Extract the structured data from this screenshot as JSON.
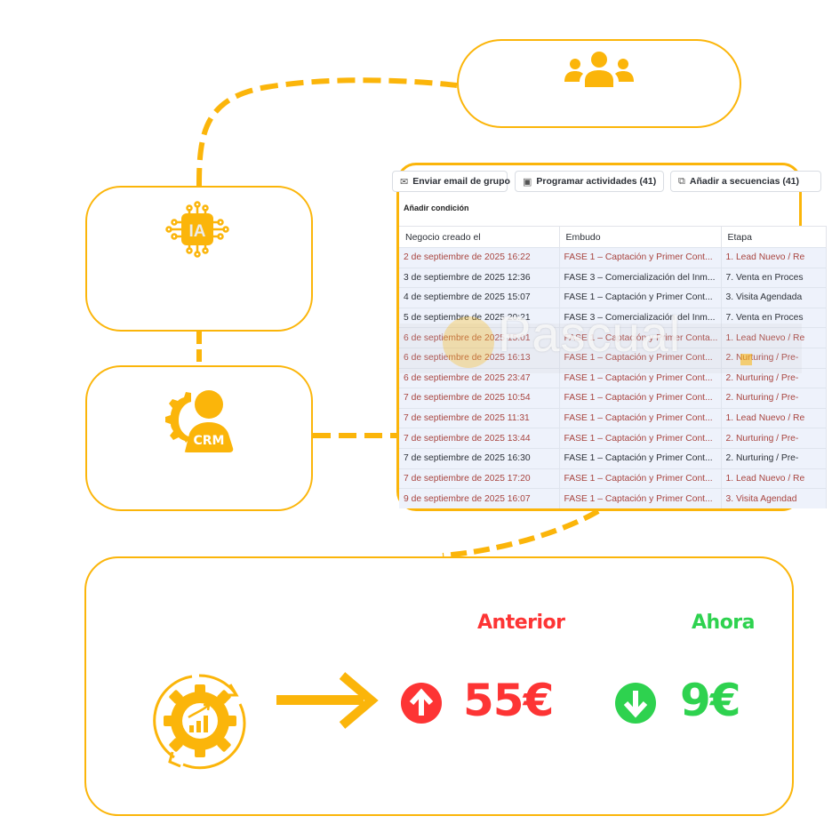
{
  "colors": {
    "accent": "#fbb50a",
    "negative": "#fd3434",
    "positive": "#2ed24f",
    "table_row_bg": "#eef2fb",
    "table_red_text": "#a8443f",
    "table_dark_text": "#2d3138"
  },
  "nodes": {
    "team": {
      "icon": "team-icon"
    },
    "ia": {
      "icon": "ai-chip-icon",
      "icon_label": "IA"
    },
    "crm": {
      "icon": "crm-user-gear-icon",
      "icon_label": "CRM"
    },
    "result": {
      "icon": "process-gear-chart-icon"
    }
  },
  "crm_panel": {
    "toolbar": {
      "email_label": "Enviar email de grupo",
      "program_label": "Programar actividades (41)",
      "sequence_label": "Añadir a secuencias (41)"
    },
    "add_condition_label": "Añadir condición",
    "columns": [
      "Negocio creado el",
      "Embudo",
      "Etapa"
    ],
    "rows": [
      {
        "style": "red",
        "created": "2 de septiembre de 2025 16:22",
        "funnel": "FASE 1 – Captación y Primer Cont...",
        "stage": "1. Lead Nuevo / Re"
      },
      {
        "style": "dark",
        "created": "3 de septiembre de 2025 12:36",
        "funnel": "FASE 3 – Comercialización del Inm...",
        "stage": "7. Venta en Proces"
      },
      {
        "style": "dark",
        "created": "4 de septiembre de 2025 15:07",
        "funnel": "FASE 1 – Captación y Primer Cont...",
        "stage": "3. Visita Agendada"
      },
      {
        "style": "dark",
        "created": "5 de septiembre de 2025 20:21",
        "funnel": "FASE 3 – Comercialización del Inm...",
        "stage": "7. Venta en Proces"
      },
      {
        "style": "red",
        "created": "6 de septiembre de 2025 15:01",
        "funnel": "FASE 1 – Captación y Primer Conta...",
        "stage": "1. Lead Nuevo / Re"
      },
      {
        "style": "red",
        "created": "6 de septiembre de 2025 16:13",
        "funnel": "FASE 1 – Captación y Primer Cont...",
        "stage": "2. Nurturing / Pre-"
      },
      {
        "style": "red",
        "created": "6 de septiembre de 2025 23:47",
        "funnel": "FASE 1 – Captación y Primer Cont...",
        "stage": "2. Nurturing / Pre-"
      },
      {
        "style": "red",
        "created": "7 de septiembre de 2025 10:54",
        "funnel": "FASE 1 – Captación y Primer Cont...",
        "stage": "2. Nurturing / Pre-"
      },
      {
        "style": "red",
        "created": "7 de septiembre de 2025 11:31",
        "funnel": "FASE 1 – Captación y Primer Cont...",
        "stage": "1. Lead Nuevo / Re"
      },
      {
        "style": "red",
        "created": "7 de septiembre de 2025 13:44",
        "funnel": "FASE 1 – Captación y Primer Cont...",
        "stage": "2. Nurturing / Pre-"
      },
      {
        "style": "dark",
        "created": "7 de septiembre de 2025 16:30",
        "funnel": "FASE 1 – Captación y Primer Cont...",
        "stage": "2. Nurturing / Pre-"
      },
      {
        "style": "red",
        "created": "7 de septiembre de 2025 17:20",
        "funnel": "FASE 1 – Captación y Primer Cont...",
        "stage": "1. Lead Nuevo / Re"
      },
      {
        "style": "red",
        "created": "9 de septiembre de 2025 16:07",
        "funnel": "FASE 1 – Captación y Primer Cont...",
        "stage": "3. Visita Agendad"
      }
    ],
    "watermark": "Pascual"
  },
  "result": {
    "before_label": "Anterior",
    "before_value": "55€",
    "before_trend": "up",
    "now_label": "Ahora",
    "now_value": "9€",
    "now_trend": "down"
  }
}
